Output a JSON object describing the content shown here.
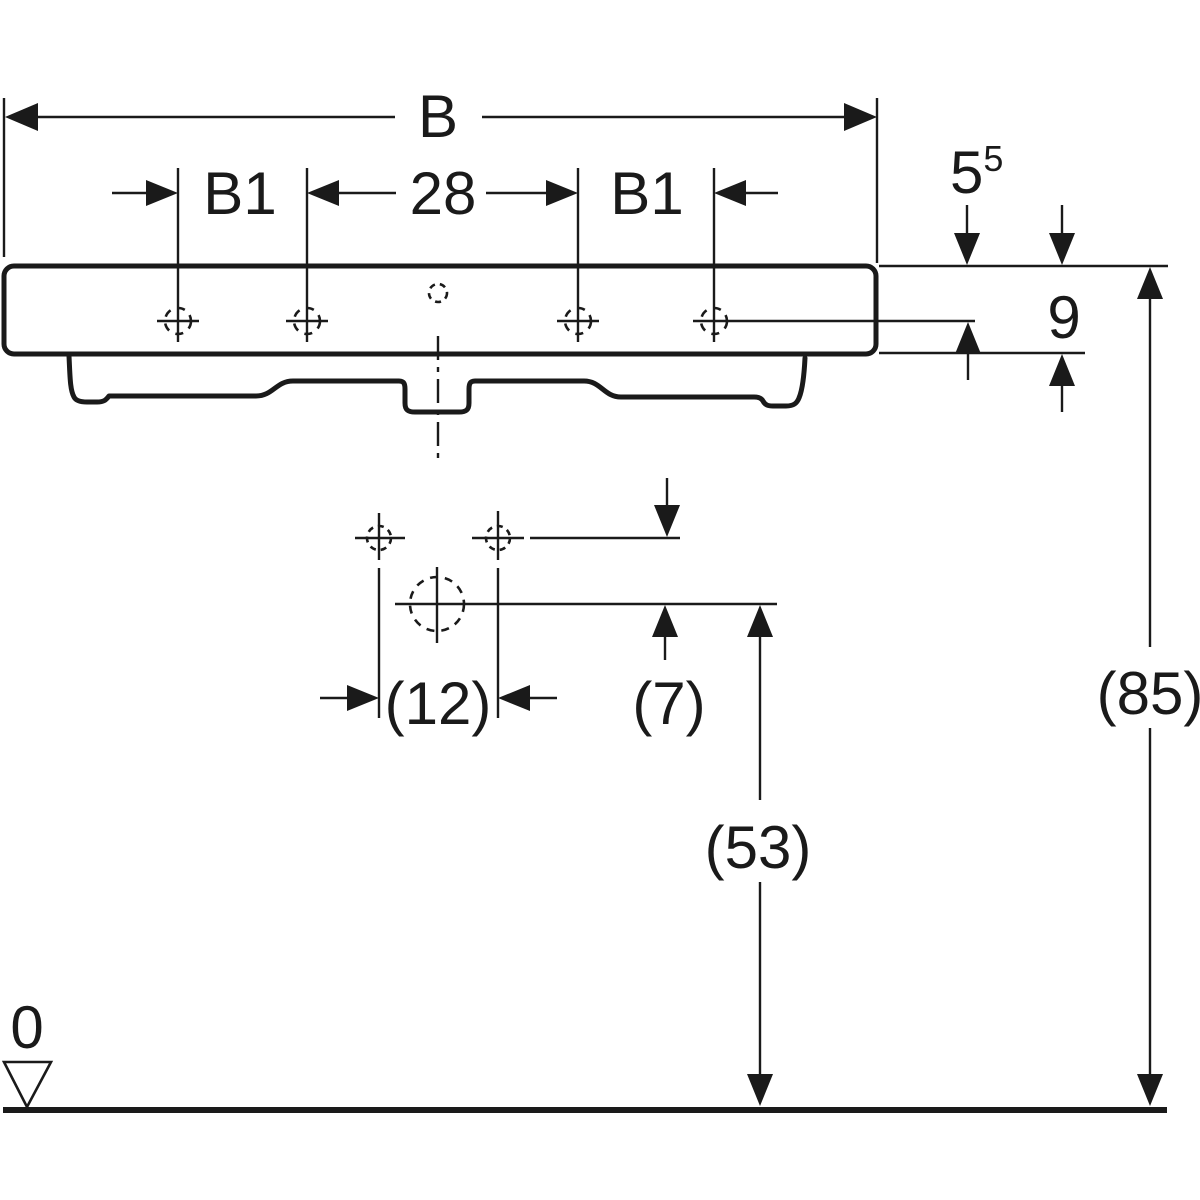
{
  "drawing": {
    "type": "washbasin-technical-dimension-drawing",
    "line_color": "#1a1a1a",
    "background_color": "#ffffff"
  },
  "labels": {
    "total_width": "B",
    "tap_hole_offset_left": "B1",
    "tap_hole_spacing": "28",
    "tap_hole_offset_right": "B1",
    "rim_to_tap_hole": {
      "base": "5",
      "sup": "5"
    },
    "body_thickness": "9",
    "drain_detail_width": "(12)",
    "drain_detail_offset": "(7)",
    "drain_height": "(53)",
    "rim_height": "(85)",
    "datum_level": "0"
  }
}
